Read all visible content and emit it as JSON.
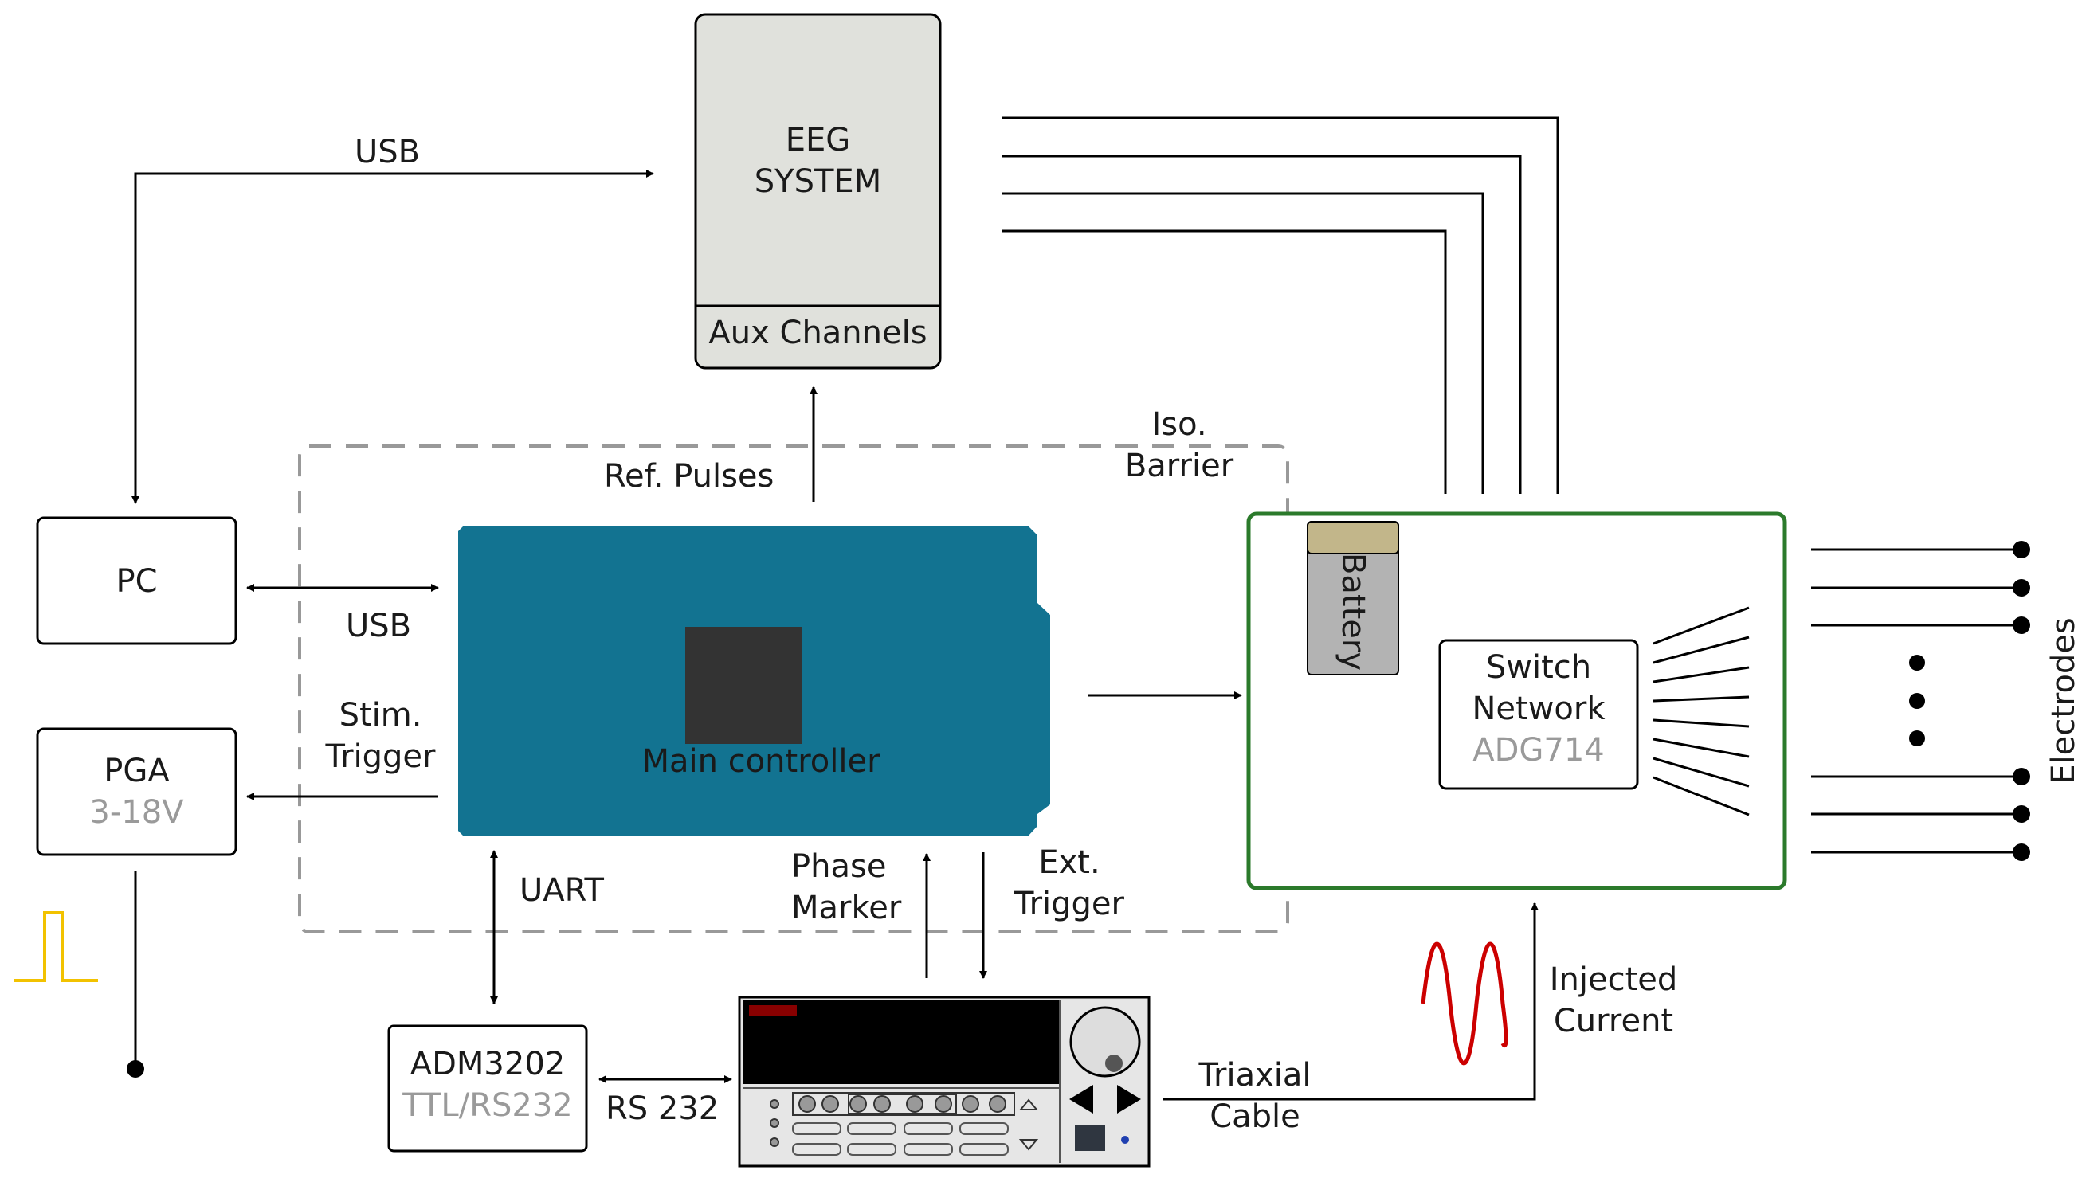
{
  "blocks": {
    "eeg_title_line1": "EEG",
    "eeg_title_line2": "SYSTEM",
    "eeg_aux": "Aux Channels",
    "pc": "PC",
    "pga": "PGA",
    "pga_range": "3-18V",
    "main_controller": "Main controller",
    "battery": "Battery",
    "switch_line1": "Switch",
    "switch_line2": "Network",
    "switch_part": "ADG714",
    "adm": "ADM3202",
    "adm_sub": "TTL/RS232"
  },
  "connections": {
    "usb_top": "USB",
    "usb_pc": "USB",
    "ref_pulses": "Ref. Pulses",
    "iso_line1": "Iso.",
    "iso_line2": "Barrier",
    "stim_line1": "Stim.",
    "stim_line2": "Trigger",
    "uart": "UART",
    "phase_line1": "Phase",
    "phase_line2": "Marker",
    "ext_line1": "Ext.",
    "ext_line2": "Trigger",
    "rs232": "RS 232",
    "triax_line1": "Triaxial",
    "triax_line2": "Cable",
    "inj_line1": "Injected",
    "inj_line2": "Current",
    "electrodes": "Electrodes"
  },
  "colors": {
    "controller": "#127391",
    "chip": "#333333",
    "eeg_fill": "#e0e1dc",
    "battery_body": "#b3b3b3",
    "battery_cap": "#c2b68a",
    "isolated_border": "#2b7a2b",
    "barrier_dash": "#999999",
    "pulse": "#f2c200",
    "sine": "#cc0000",
    "display_accent": "#880000"
  }
}
